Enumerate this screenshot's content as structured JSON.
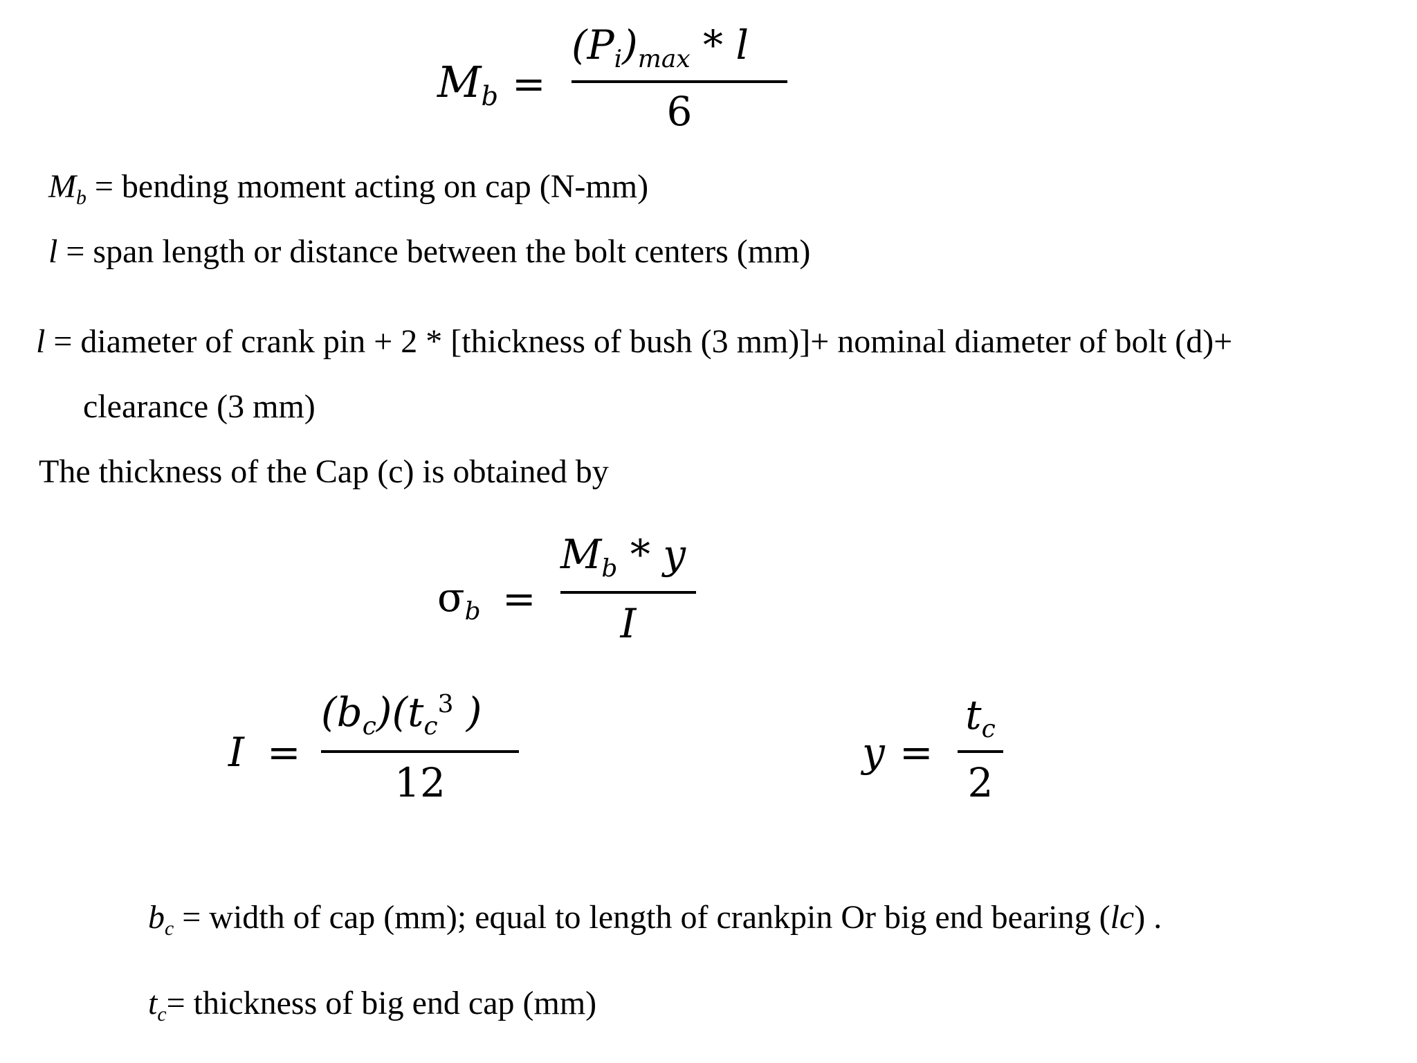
{
  "equations": {
    "bending_moment": {
      "lhs_symbol": "M",
      "lhs_sub": "b",
      "equals": "=",
      "num_open": "(P",
      "num_sub_i": "i",
      "num_close": ")",
      "num_sub_max": "max",
      "num_star": "*",
      "num_l": "l",
      "den": "6"
    },
    "stress": {
      "lhs_symbol": "σ",
      "lhs_sub": "b",
      "equals": "=",
      "num_M": "M",
      "num_sub_b": "b",
      "num_star": "*",
      "num_y": "y",
      "den": "I"
    },
    "inertia": {
      "lhs": "I",
      "equals": "=",
      "num_p1_open": "(b",
      "num_p1_sub": "c",
      "num_p1_close": ")",
      "num_p2_open": "(t",
      "num_p2_sub": "c",
      "num_p2_sup": "3",
      "num_p2_close": " )",
      "den": "12"
    },
    "y_def": {
      "lhs": "y",
      "equals": "=",
      "num_t": "t",
      "num_sub": "c",
      "den": "2"
    }
  },
  "definitions": {
    "mb": {
      "symbol": "M",
      "sub": "b",
      "text": " = bending moment acting on cap (N-mm)"
    },
    "l_span": {
      "symbol": "l",
      "text": " = span length or distance between the bolt centers (mm)"
    },
    "l_formula": {
      "symbol": "l",
      "text": " = diameter of crank pin + 2 * [thickness of bush (3 mm)]+ nominal diameter of bolt (d)+",
      "continuation": "clearance (3 mm)"
    },
    "cap_intro": "The thickness of the Cap (c) is obtained by",
    "bc": {
      "symbol": "b",
      "sub": "c",
      "text_before": " = width of cap (mm); equal to length of crankpin Or big end bearing (",
      "italic": "lc",
      "text_after": ") ."
    },
    "tc": {
      "symbol": "t",
      "sub": "c",
      "text": "= thickness of big end cap (mm)"
    }
  }
}
